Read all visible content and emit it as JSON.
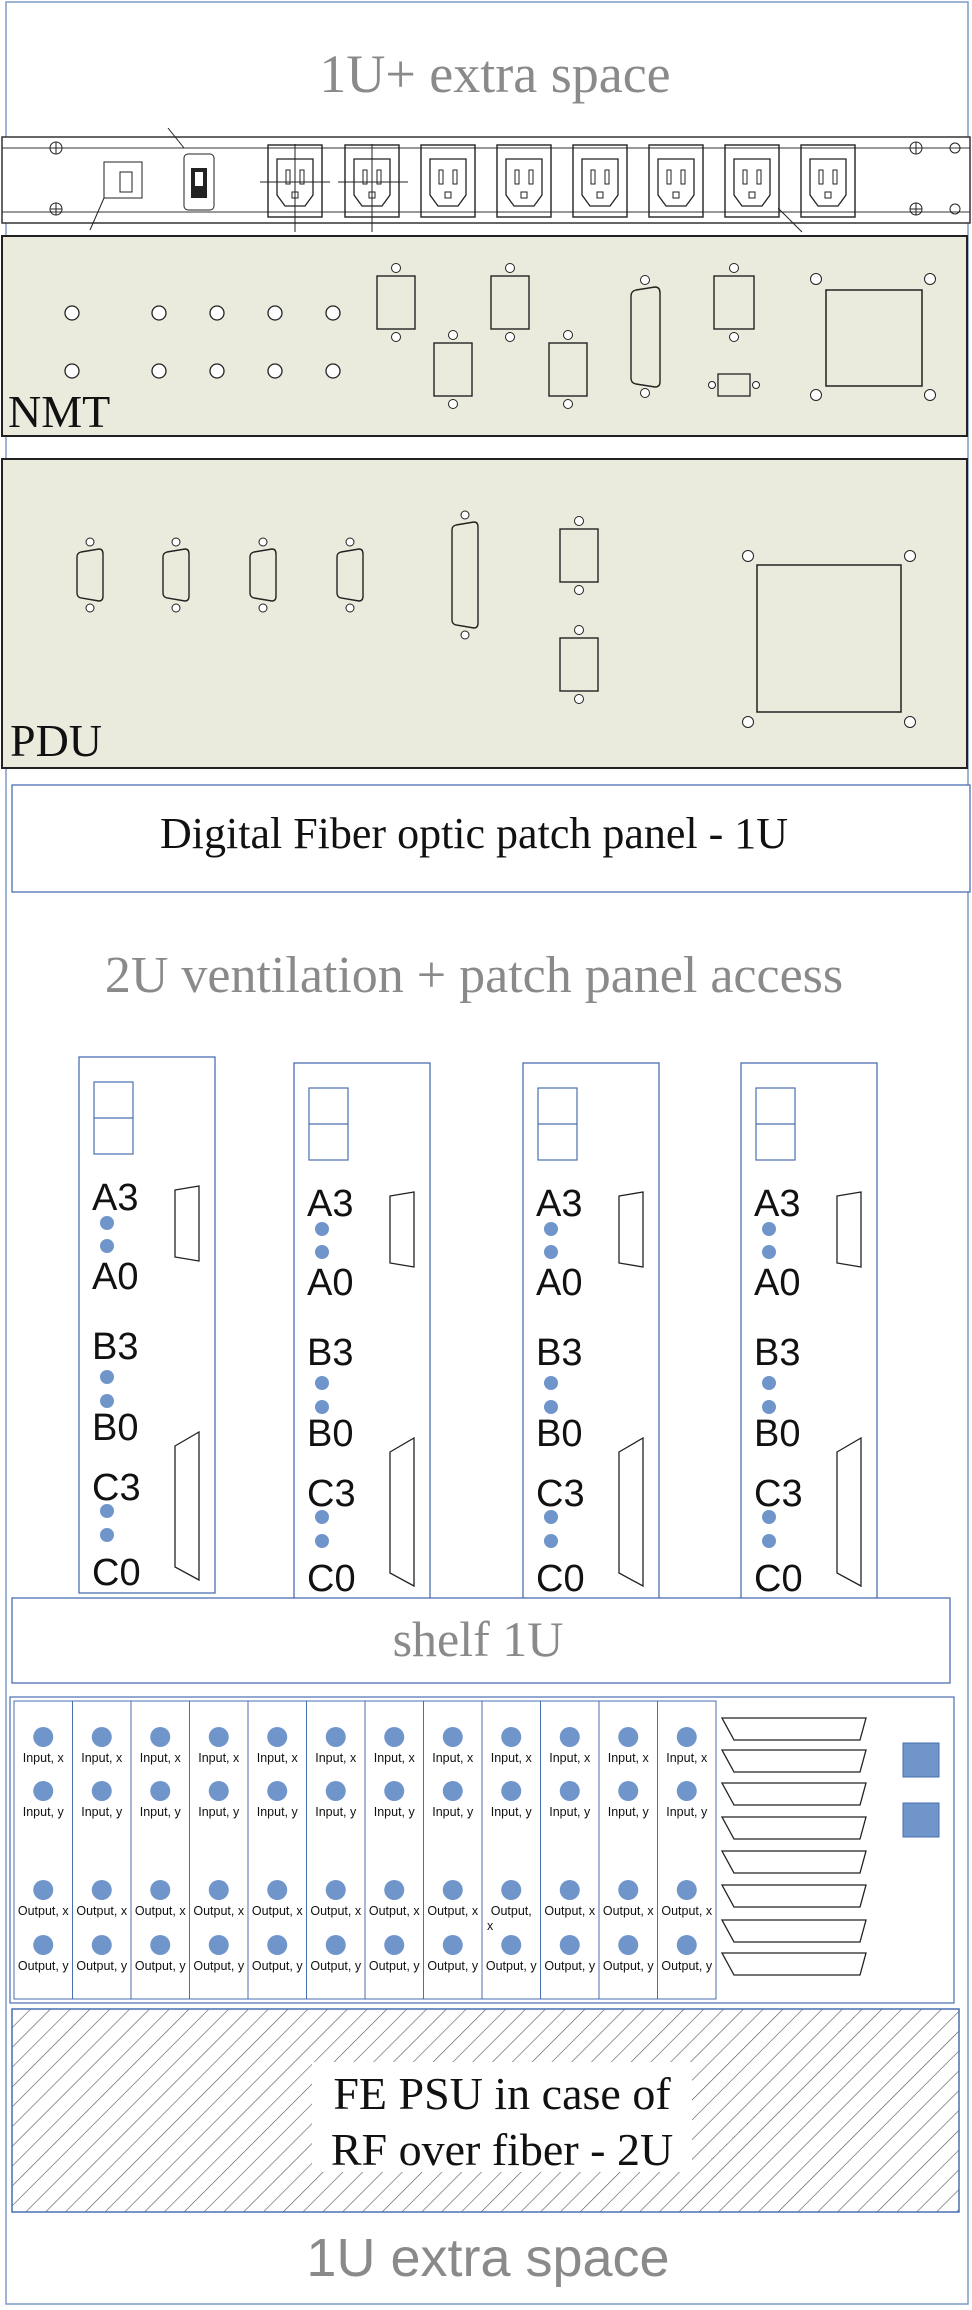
{
  "rack": {
    "top_space_label": "1U+ extra space",
    "nmt_label": "NMT",
    "pdu_label": "PDU",
    "fiber_panel_label": "Digital Fiber optic patch panel - 1U",
    "ventilation_label": "2U ventilation + patch panel access",
    "shelf_label": "shelf 1U",
    "psu_label_line1": "FE PSU in case of",
    "psu_label_line2": "RF over fiber - 2U",
    "bottom_space_label": "1U extra space"
  },
  "cards": [
    {
      "labels": [
        "A3",
        "A0",
        "B3",
        "B0",
        "C3",
        "C0"
      ]
    },
    {
      "labels": [
        "A3",
        "A0",
        "B3",
        "B0",
        "C3",
        "C0"
      ]
    },
    {
      "labels": [
        "A3",
        "A0",
        "B3",
        "B0",
        "C3",
        "C0"
      ]
    },
    {
      "labels": [
        "A3",
        "A0",
        "B3",
        "B0",
        "C3",
        "C0"
      ]
    }
  ],
  "io_modules": [
    {
      "in_x": "Input, x",
      "in_y": "Input, y",
      "out_x": "Output, x",
      "out_y": "Output, y"
    },
    {
      "in_x": "Input, x",
      "in_y": "Input, y",
      "out_x": "Output, x",
      "out_y": "Output, y"
    },
    {
      "in_x": "Input, x",
      "in_y": "Input, y",
      "out_x": "Output, x",
      "out_y": "Output, y"
    },
    {
      "in_x": "Input, x",
      "in_y": "Input, y",
      "out_x": "Output, x",
      "out_y": "Output, y"
    },
    {
      "in_x": "Input, x",
      "in_y": "Input, y",
      "out_x": "Output, x",
      "out_y": "Output, y"
    },
    {
      "in_x": "Input, x",
      "in_y": "Input, y",
      "out_x": "Output, x",
      "out_y": "Output, y"
    },
    {
      "in_x": "Input, x",
      "in_y": "Input, y",
      "out_x": "Output, x",
      "out_y": "Output, y"
    },
    {
      "in_x": "Input, x",
      "in_y": "Input, y",
      "out_x": "Output, x",
      "out_y": "Output, y"
    },
    {
      "in_x": "Input, x",
      "in_y": "Input, y",
      "out_x": "Output,",
      "out_x2": "x",
      "out_y": "Output, y"
    },
    {
      "in_x": "Input, x",
      "in_y": "Input, y",
      "out_x": "Output, x",
      "out_y": "Output, y"
    },
    {
      "in_x": "Input, x",
      "in_y": "Input, y",
      "out_x": "Output, x",
      "out_y": "Output, y"
    },
    {
      "in_x": "Input, x",
      "in_y": "Input, y",
      "out_x": "Output, x",
      "out_y": "Output, y"
    }
  ],
  "colors": {
    "panel_fill": "#ebebdd",
    "accent_blue": "#6f95cb",
    "frame_blue": "#4a6fb0",
    "gray_text": "#8a8a8a"
  }
}
